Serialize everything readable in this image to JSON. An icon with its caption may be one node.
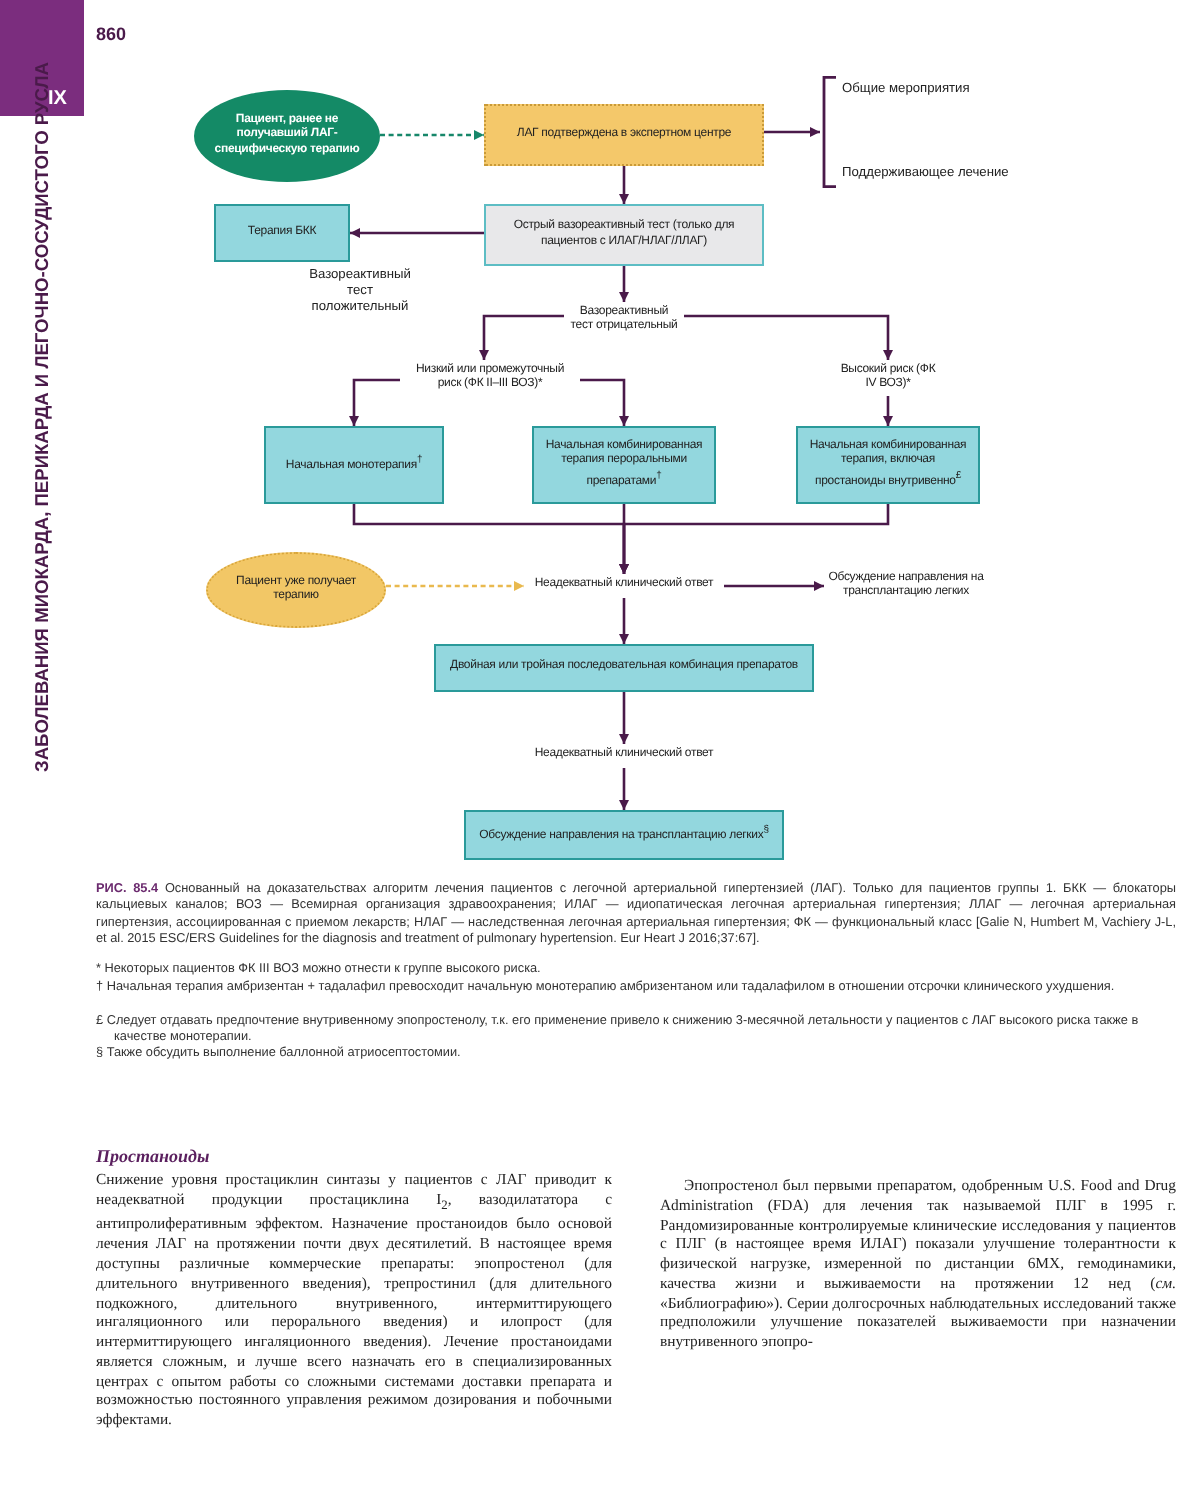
{
  "diagram": {
    "caption": "**РИС. 85.4** Основанный на доказательствах алгоритм лечения пациентов с легочной артериальной гипертензией (ЛАГ). Только для пациентов группы 1. БКК — блокаторы кальциевых каналов; ВОЗ — Всемирная организация здравоохранения; ИЛАГ — идиопатическая легочная артериальная гипертензия; ЛЛАГ — легочная артериальная гипертензия, ассоциированная с приемом лекарств; НЛАГ — наследственная легочная артериальная гипертензия; ФК — функциональный класс [Galie N, Humbert M, Vachiery J-L, et al. 2015 ESC/ERS Guidelines for the diagnosis and treatment of pulmonary hypertension. Eur Heart J 2016;37:67].",
    "nodes": [
      {
        "text": [
          "Пациент, ранее не получавший ЛАГ-специфическую терапию"
        ]
      },
      {
        "text": [
          "ЛАГ подтверждена в экспертном центре"
        ]
      },
      {
        "text": [],
        "shape": "bracket",
        "beside": [
          "Общие мероприятия",
          "Поддерживающее лечение"
        ]
      },
      {
        "text": [
          "Терапия БКК"
        ]
      },
      {
        "text": [
          "Острый вазореактивный тест (только для пациентов с ИЛАГ/НЛАГ/ЛЛАГ)"
        ]
      },
      {
        "text": [
          "Вазореактивный тест отрицательный"
        ]
      },
      {
        "text": [
          "Низкий или промежуточный риск (ФК II–III ВОЗ)*"
        ]
      },
      {
        "text": [
          "Высокий риск (ФК IV ВОЗ)*"
        ]
      },
      {
        "text": [
          "Начальная монотерапия$^{†}$"
        ]
      },
      {
        "text": [
          "Начальная комбинированная терапия пероральными препаратами$^{†}$"
        ]
      },
      {
        "text": [
          "Начальная комбинированная терапия, включая простаноиды внутривенно$^{£}$"
        ]
      },
      {
        "text": [
          "Пациент уже получает терапию"
        ]
      },
      {
        "text": [
          "Неадекватный клинический ответ"
        ]
      },
      {
        "text": [
          "Обсуждение направления на трансплантацию легких"
        ]
      },
      {
        "text": [
          "Двойная или тройная последовательная комбинация препаратов"
        ]
      },
      {
        "text": [
          "Неадекватный клинический ответ"
        ]
      },
      {
        "text": [
          "Обсуждение направления на трансплантацию легких$^{§}$"
        ]
      }
    ],
    "edges": [
      {
        "from": 0,
        "to": 1,
        "arrow": "to",
        "style": "dashed",
        "color": "#17876a"
      },
      {
        "from": 1,
        "to": 2,
        "arrow": "to"
      },
      {
        "from": 1,
        "to": 4,
        "arrow": "to"
      },
      {
        "from": 4,
        "to": 3,
        "arrow": "to",
        "label": "Вазореактивный тест положительный"
      },
      {
        "from": 4,
        "to": 5,
        "arrow": "to"
      },
      {
        "from": 5,
        "to": 6,
        "arrow": "to"
      },
      {
        "from": 5,
        "to": 7,
        "arrow": "to"
      },
      {
        "from": 6,
        "to": 8,
        "arrow": "to"
      },
      {
        "from": 6,
        "to": 9,
        "arrow": "to"
      },
      {
        "from": 7,
        "to": 10,
        "arrow": "to"
      },
      {
        "from": 8,
        "to": 12,
        "arrow": "to"
      },
      {
        "from": 9,
        "to": 12,
        "arrow": "to"
      },
      {
        "from": 10,
        "to": 12,
        "arrow": "to"
      },
      {
        "from": 11,
        "to": 12,
        "arrow": "to",
        "style": "dashed",
        "color": "#e9b94e"
      },
      {
        "from": 12,
        "to": 13,
        "arrow": "to"
      },
      {
        "from": 12,
        "to": 14,
        "arrow": "to"
      },
      {
        "from": 14,
        "to": 15,
        "arrow": "to"
      },
      {
        "from": 15,
        "to": 16,
        "arrow": "to"
      }
    ],
    "labels": [
      "860",
      "IX",
      "ЗАБОЛЕВАНИЯ МИОКАРДА, ПЕРИКАРДА И ЛЕГОЧНО-СОСУДИСТОГО РУСЛА",
      "* Некоторых пациентов ФК III ВОЗ можно отнести к группе высокого риска.",
      "† Начальная терапия амбризентан + тадалафил превосходит начальную монотерапию амбризентаном или тадалафилом в отношении отсрочки клинического ухудшения.",
      "£ Следует отдавать предпочтение внутривенному эпопростенолу, т.к. его применение привело к снижению 3-месячной летальности у пациентов с ЛАГ высокого риска также в качестве монотерапии.",
      "§ Также обсудить выполнение баллонной атриосептостомии.",
      "Простаноиды",
      "Снижение уровня простациклин синтазы у пациентов с ЛАГ приводит к неадекватной продукции простациклина I$_{2}$, вазодилататора с антипролиферативным эффектом. Назначение простаноидов было основой лечения ЛАГ на протяжении почти двух десятилетий. В настоящее время доступны различные коммерческие препараты: эпопростенол (для длительного внутривенного введения), трепростинил (для длительного подкожного, длительного внутривенного, интермиттирующего ингаляционного или перорального введения) и илопрост (для интермиттирующего ингаляционного введения). Лечение простаноидами является сложным, и лучше всего назначать его в специализированных центрах с опытом работы со сложными системами доставки препарата и возможностью постоянного управления режимом дозирования и побочными эффектами.",
      "Эпопростенол был первыми препаратом, одобренным U.S. Food and Drug Administration (FDA) для лечения так называемой ПЛГ в 1995 г. Рандомизированные контролируемые клинические исследования у пациентов с ПЛГ (в настоящее время ИЛАГ) показали улучшение толерантности к физической нагрузке, измеренной по дистанции 6МХ, гемодинамики, качества жизни и выживаемости на протяжении 12 нед (*см.* «Библиографию»). Серии долгосрочных наблюдательных исследований также предположили улучшение показателей выживаемости при назначении внутривенного эпопро-"
    ]
  }
}
